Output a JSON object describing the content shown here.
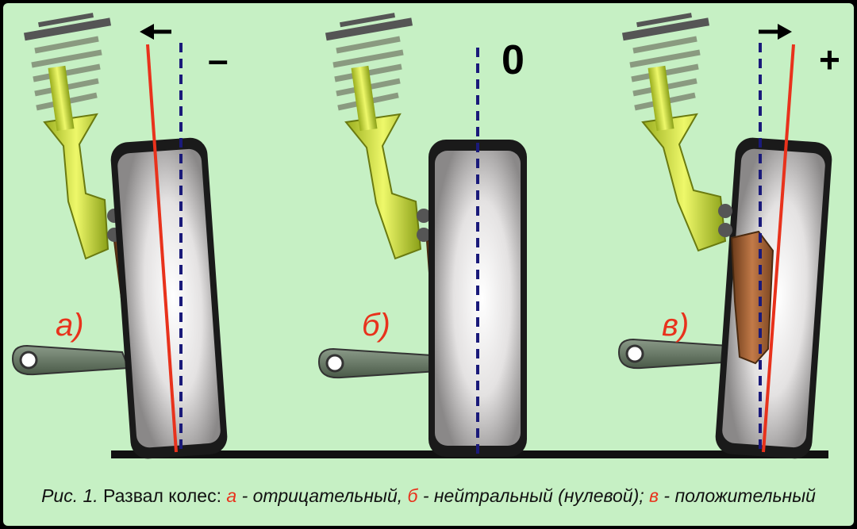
{
  "signs": {
    "negative": "–",
    "neutral": "0",
    "positive": "+"
  },
  "labels": {
    "a": "а)",
    "b": "б)",
    "v": "в)"
  },
  "caption": {
    "prefix": "Рис. 1.",
    "title": " Развал колес: ",
    "a_letter": "а",
    "a_text": " - отрицательный, ",
    "b_letter": "б",
    "b_text": " - нейтральный (нулевой); ",
    "v_letter": "в",
    "v_text": " - положительный"
  },
  "colors": {
    "background": "#c6f0c4",
    "camber_line": "#e8321c",
    "vertical_line": "#1a1a7a",
    "strut": "#d4e84a",
    "knuckle": "#a0623a",
    "tire": "#1a1a1a",
    "arm": "#6a7a68"
  }
}
